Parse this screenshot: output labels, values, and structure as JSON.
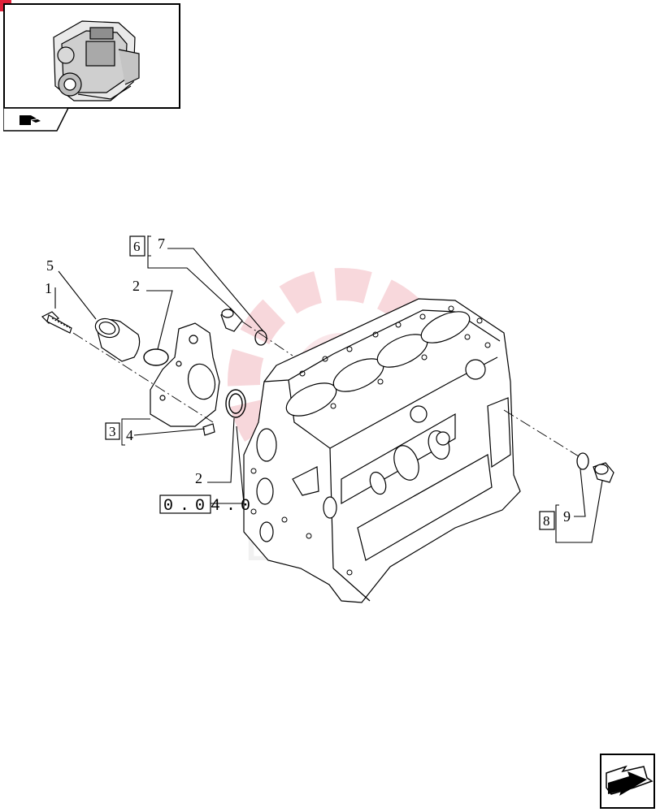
{
  "header": {
    "thumbnail_icon": "engine-thumbnail-icon",
    "tab_icon": "hand-pointer-icon",
    "corner_icon": "red-corner-mark-icon"
  },
  "callouts": {
    "c1": "1",
    "c2a": "2",
    "c2b": "2",
    "c3": "3",
    "c4": "4",
    "c5": "5",
    "c6": "6",
    "c7": "7",
    "c8": "8",
    "c9": "9"
  },
  "reference": {
    "chars": [
      "0",
      ".",
      "0",
      "4",
      ".",
      "0"
    ]
  },
  "footer": {
    "next_icon": "next-page-arrow-icon"
  },
  "colors": {
    "line": "#000000",
    "watermark": "#f2b8bf",
    "corner": "#e0223a"
  }
}
